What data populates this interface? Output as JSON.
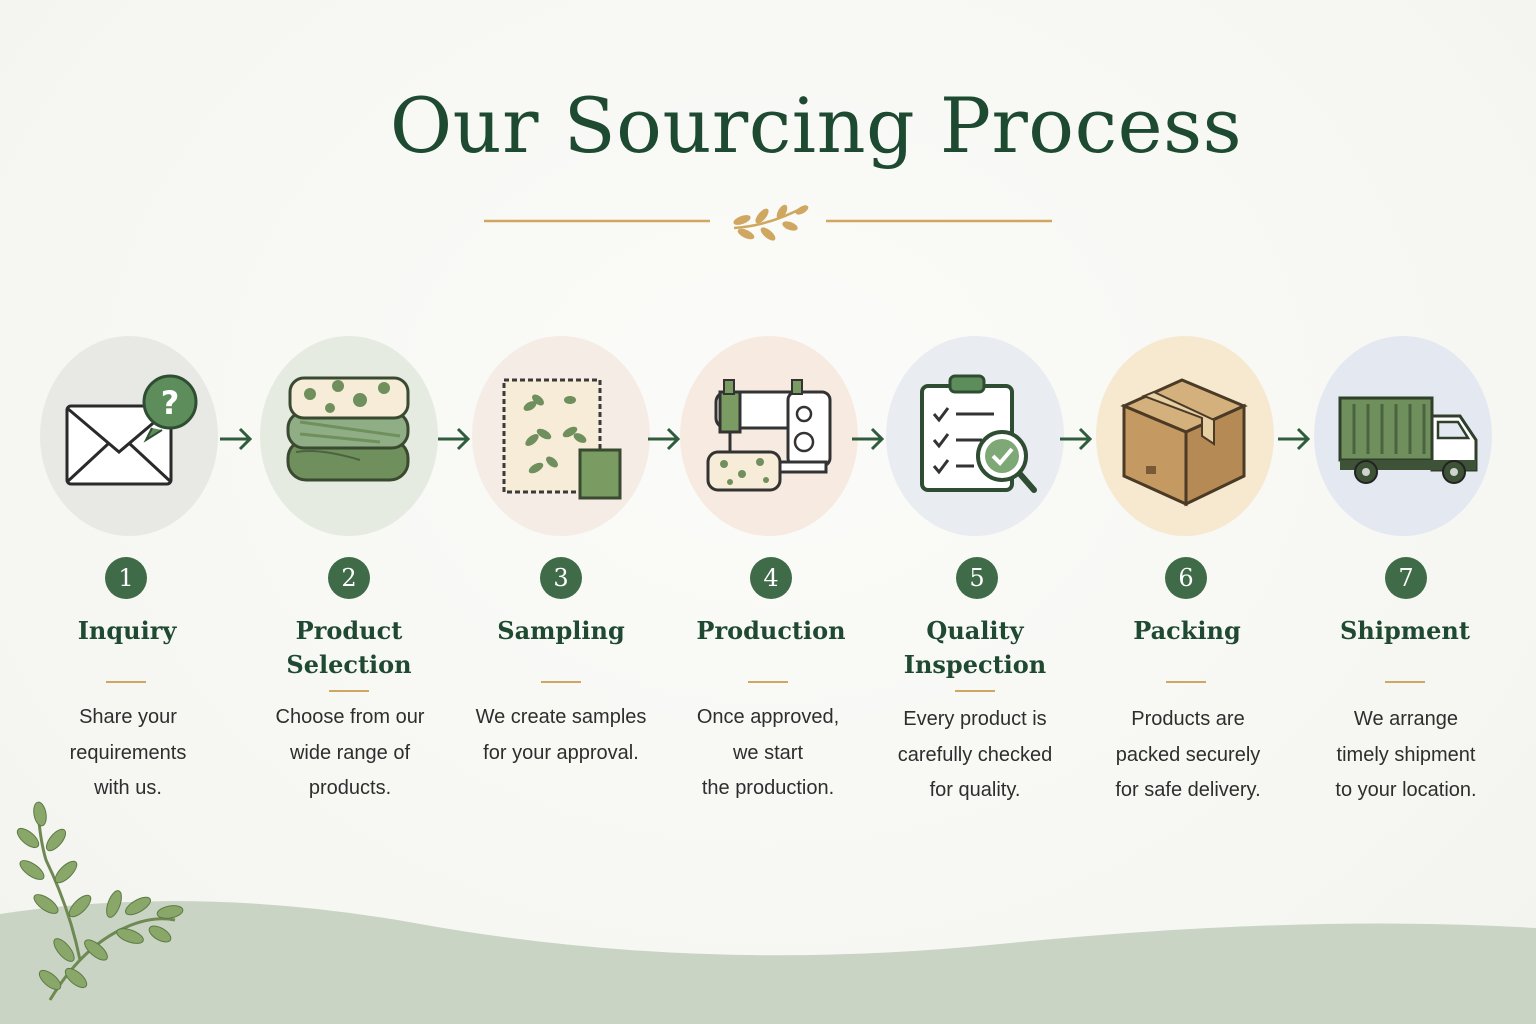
{
  "title": "Our Sourcing Process",
  "colors": {
    "title": "#1d4a30",
    "badge": "#3f6b48",
    "accent_gold": "#cfa760",
    "arrow": "#2f5c3c",
    "hill": "#c9d4c4"
  },
  "steps": [
    {
      "number": "1",
      "title": "Inquiry",
      "icon": "envelope-question-icon",
      "circle_color": "#e8e9e4",
      "desc": [
        "Share your",
        "requirements",
        "with us."
      ]
    },
    {
      "number": "2",
      "title": "Product Selection",
      "icon": "folded-fabrics-icon",
      "circle_color": "#e6ebe2",
      "desc": [
        "Choose from our",
        "wide range of",
        "products."
      ]
    },
    {
      "number": "3",
      "title": "Sampling",
      "icon": "fabric-swatch-icon",
      "circle_color": "#f5ece6",
      "desc": [
        "We create samples",
        "for your approval."
      ]
    },
    {
      "number": "4",
      "title": "Production",
      "icon": "sewing-machine-icon",
      "circle_color": "#f7ebe1",
      "desc": [
        "Once approved,",
        "we start",
        "the production."
      ]
    },
    {
      "number": "5",
      "title": "Quality Inspection",
      "icon": "clipboard-check-icon",
      "circle_color": "#e9ecf0",
      "desc": [
        "Every product is",
        "carefully checked",
        "for quality."
      ]
    },
    {
      "number": "6",
      "title": "Packing",
      "icon": "cardboard-box-icon",
      "circle_color": "#f6e9cf",
      "desc": [
        "Products are",
        "packed securely",
        "for safe delivery."
      ]
    },
    {
      "number": "7",
      "title": "Shipment",
      "icon": "delivery-truck-icon",
      "circle_color": "#e4e8f1",
      "desc": [
        "We arrange",
        "timely shipment",
        "to your location."
      ]
    }
  ]
}
